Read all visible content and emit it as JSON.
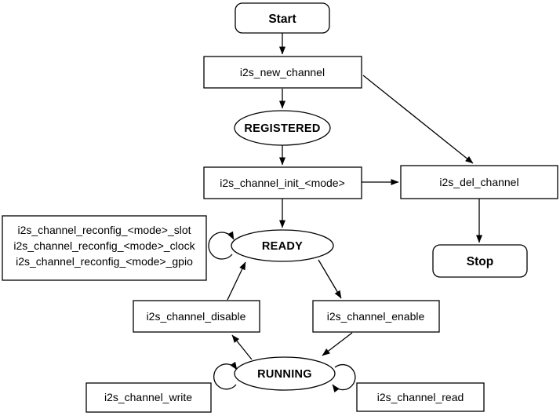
{
  "diagram": {
    "type": "state-machine-flowchart",
    "colors": {
      "state_text": "#0b66d4",
      "stroke": "#000000",
      "node_fill": "#ffffff",
      "background": "#ffffff"
    },
    "nodes": {
      "start": {
        "label": "Start",
        "shape": "rounded-rect"
      },
      "new_channel": {
        "label": "i2s_new_channel",
        "shape": "rect"
      },
      "registered": {
        "label": "REGISTERED",
        "shape": "ellipse"
      },
      "init": {
        "label": "i2s_channel_init_<mode>",
        "shape": "rect"
      },
      "del_channel": {
        "label": "i2s_del_channel",
        "shape": "rect"
      },
      "stop": {
        "label": "Stop",
        "shape": "rounded-rect"
      },
      "ready": {
        "label": "READY",
        "shape": "ellipse"
      },
      "reconfig": {
        "lines": [
          "i2s_channel_reconfig_<mode>_slot",
          "i2s_channel_reconfig_<mode>_clock",
          "i2s_channel_reconfig_<mode>_gpio"
        ],
        "shape": "rect"
      },
      "disable": {
        "label": "i2s_channel_disable",
        "shape": "rect"
      },
      "enable": {
        "label": "i2s_channel_enable",
        "shape": "rect"
      },
      "running": {
        "label": "RUNNING",
        "shape": "ellipse"
      },
      "write": {
        "label": "i2s_channel_write",
        "shape": "rect"
      },
      "read": {
        "label": "i2s_channel_read",
        "shape": "rect"
      }
    },
    "edges": [
      {
        "from": "start",
        "to": "new_channel"
      },
      {
        "from": "new_channel",
        "to": "registered"
      },
      {
        "from": "new_channel",
        "to": "del_channel"
      },
      {
        "from": "registered",
        "to": "init"
      },
      {
        "from": "init",
        "to": "del_channel"
      },
      {
        "from": "init",
        "to": "ready"
      },
      {
        "from": "del_channel",
        "to": "stop"
      },
      {
        "from": "ready",
        "to": "ready",
        "note": "self-loop"
      },
      {
        "from": "ready",
        "to": "enable"
      },
      {
        "from": "enable",
        "to": "running"
      },
      {
        "from": "running",
        "to": "disable"
      },
      {
        "from": "disable",
        "to": "ready"
      },
      {
        "from": "running",
        "to": "running",
        "note": "self-loop-left"
      },
      {
        "from": "running",
        "to": "running",
        "note": "self-loop-right"
      }
    ]
  }
}
